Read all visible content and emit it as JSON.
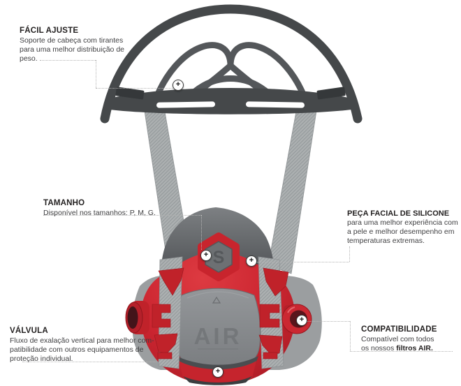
{
  "product": {
    "cover_label": "AIR",
    "badge_letter": "S",
    "hotspot_symbol": "+"
  },
  "callouts": {
    "facil_ajuste": {
      "title": "FÁCIL AJUSTE",
      "body": "Soporte de cabeça com tirantes para uma melhor distribuição de peso."
    },
    "tamanho": {
      "title": "TAMANHO",
      "body": "Disponível nos tamanhos: P, M, G."
    },
    "valvula": {
      "title": "VÁLVULA",
      "body": "Fluxo de exalação vertical para melhor com­patibilidade com outros equipamentos de proteção individual."
    },
    "peca_facial": {
      "title": "PEÇA FACIAL DE SILICONE",
      "body": " para uma melhor experiência com a pele e melhor desempenho em temperaturas extremas."
    },
    "compatibilidade": {
      "title": "COMPATIBILIDADE",
      "body": "Compatível com todos os nossos ",
      "body_bold": "filtros AIR."
    }
  },
  "colors": {
    "mask_red": "#cb2530",
    "strap_gray": "#acb0b1",
    "harness_gray": "#45484a",
    "crown_gray": "#606366",
    "cover_gray": "#85888b",
    "flank_gray": "#9b9ea0",
    "leader_line": "#b3b3b3",
    "heading_text": "#221f1f",
    "body_text": "#3f3f41"
  }
}
